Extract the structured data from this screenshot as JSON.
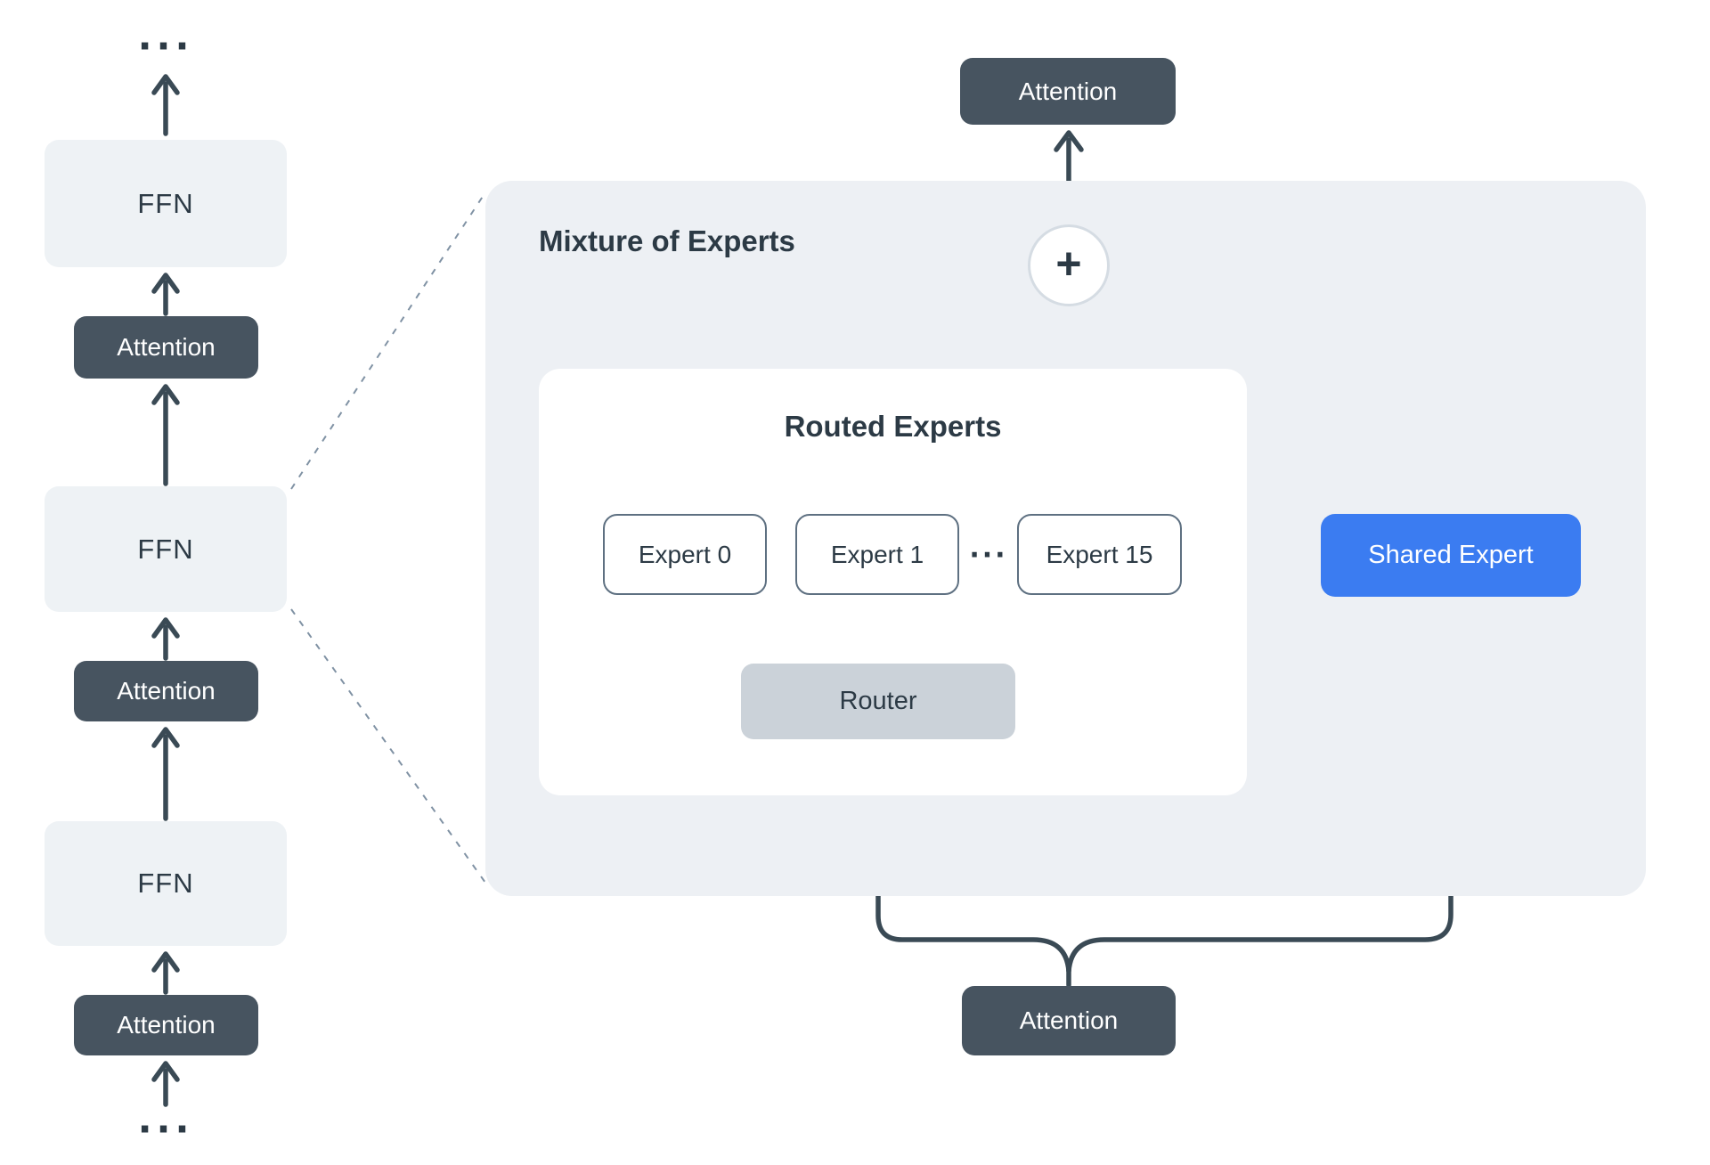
{
  "diagram": {
    "left_column": {
      "ellipsis_top": "···",
      "ellipsis_bottom": "···",
      "blocks": [
        {
          "label": "FFN"
        },
        {
          "label": "Attention"
        },
        {
          "label": "FFN"
        },
        {
          "label": "Attention"
        },
        {
          "label": "FFN"
        },
        {
          "label": "Attention"
        }
      ]
    },
    "moe": {
      "title": "Mixture of Experts",
      "attention_top": "Attention",
      "attention_bottom": "Attention",
      "plus_symbol": "+",
      "shared_expert_label": "Shared Expert",
      "routed": {
        "title": "Routed Experts",
        "expert_0": "Expert 0",
        "expert_1": "Expert 1",
        "expert_ellipsis": "···",
        "expert_15": "Expert 15",
        "router_label": "Router"
      }
    },
    "colors": {
      "dark": "#475460",
      "ink": "#2C3A45",
      "line": "#3A4A55",
      "panel": "#EDF0F4",
      "light": "#EEF2F5",
      "router": "#CBD2D9",
      "expert-border": "#5E7081",
      "blue": "#3B7CF1",
      "circle-border": "#D5DCE3",
      "dotted": "#8092A4"
    }
  }
}
